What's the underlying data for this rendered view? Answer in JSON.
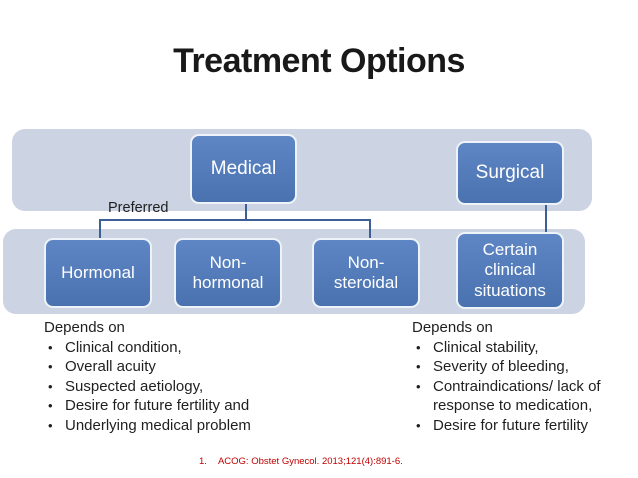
{
  "slide": {
    "title": "Treatment Options",
    "colors": {
      "band_lavender": "#ccd3e3",
      "node_blue": "#4f79bb",
      "node_border": "#eef2f9",
      "connector_blue": "#3d5f96",
      "title_color": "#191919",
      "body_text": "#1f1f1f",
      "footnote_red": "#c00000",
      "node_text": "#ffffff"
    },
    "diagram": {
      "preferred_label": "Preferred",
      "top_nodes": [
        {
          "label": "Medical"
        },
        {
          "label": "Surgical"
        }
      ],
      "child_nodes": [
        {
          "label": "Hormonal"
        },
        {
          "label": "Non-\nhormonal"
        },
        {
          "label": "Non-\nsteroidal"
        },
        {
          "label": "Certain\nclinical\nsituations"
        }
      ]
    },
    "bullets_left": {
      "intro": "Depends on",
      "items": [
        "Clinical condition,",
        "Overall acuity",
        "Suspected aetiology,",
        "Desire for future fertility and",
        "Underlying medical problem"
      ]
    },
    "bullets_right": {
      "intro": "Depends on",
      "items": [
        "Clinical stability,",
        "Severity of bleeding,",
        "Contraindications/ lack of response to medication,",
        "Desire for future fertility"
      ]
    },
    "footnote": {
      "number": "1.",
      "text": "ACOG: Obstet Gynecol. 2013;121(4):891-6."
    }
  }
}
